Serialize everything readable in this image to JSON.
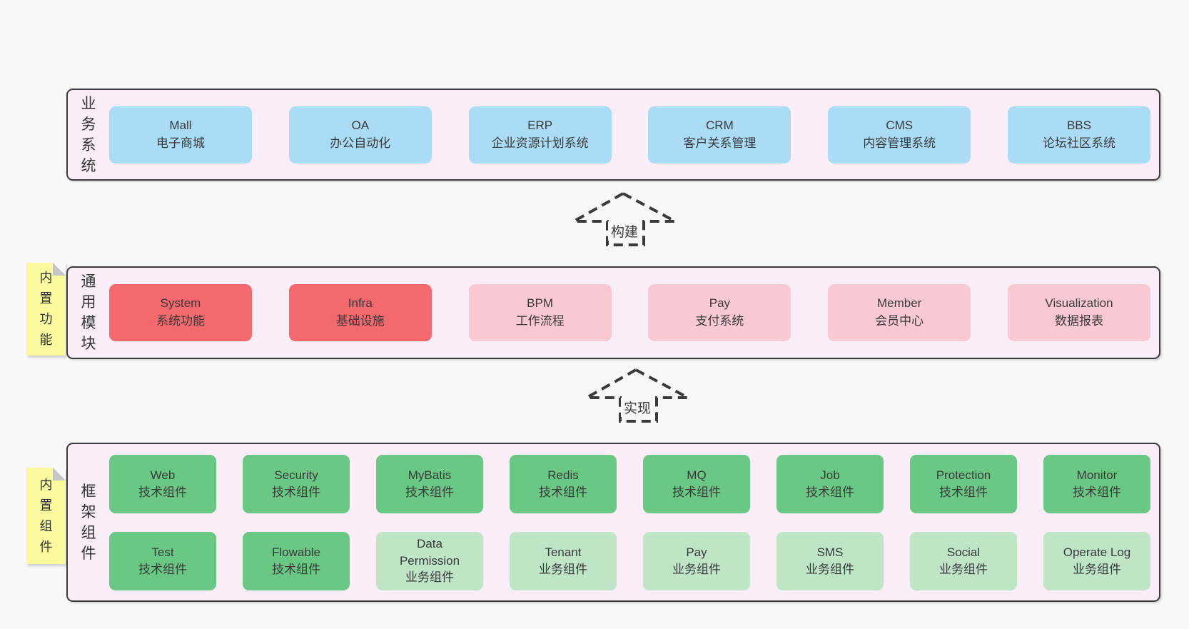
{
  "colors": {
    "page_bg": "#f8f8f8",
    "band_bg": "#f9edf7",
    "band_border": "#3a3a3a",
    "box_blue": "#aadcf6",
    "box_red": "#f4696e",
    "box_pink": "#f9c9d3",
    "box_green_dark": "#69c883",
    "box_green_light": "#bde5c6",
    "note_bg": "#fbf99d",
    "note_fold": "#c6c6c6",
    "text": "#3a3a3a"
  },
  "bands": [
    {
      "title": "业务系统",
      "boxes": [
        {
          "name": "Mall",
          "desc": "电子商城",
          "variant": "blue"
        },
        {
          "name": "OA",
          "desc": "办公自动化",
          "variant": "blue"
        },
        {
          "name": "ERP",
          "desc": "企业资源计划系统",
          "variant": "blue"
        },
        {
          "name": "CRM",
          "desc": "客户关系管理",
          "variant": "blue"
        },
        {
          "name": "CMS",
          "desc": "内容管理系统",
          "variant": "blue"
        },
        {
          "name": "BBS",
          "desc": "论坛社区系统",
          "variant": "blue"
        }
      ]
    },
    {
      "title": "通用模块",
      "note": "内置功能",
      "boxes": [
        {
          "name": "System",
          "desc": "系统功能",
          "variant": "red"
        },
        {
          "name": "Infra",
          "desc": "基础设施",
          "variant": "red"
        },
        {
          "name": "BPM",
          "desc": "工作流程",
          "variant": "pink"
        },
        {
          "name": "Pay",
          "desc": "支付系统",
          "variant": "pink"
        },
        {
          "name": "Member",
          "desc": "会员中心",
          "variant": "pink"
        },
        {
          "name": "Visualization",
          "desc": "数据报表",
          "variant": "pink"
        }
      ]
    },
    {
      "title": "框架组件",
      "note": "内置组件",
      "rows": [
        [
          {
            "name": "Web",
            "desc": "技术组件",
            "variant": "green-dark"
          },
          {
            "name": "Security",
            "desc": "技术组件",
            "variant": "green-dark"
          },
          {
            "name": "MyBatis",
            "desc": "技术组件",
            "variant": "green-dark"
          },
          {
            "name": "Redis",
            "desc": "技术组件",
            "variant": "green-dark"
          },
          {
            "name": "MQ",
            "desc": "技术组件",
            "variant": "green-dark"
          },
          {
            "name": "Job",
            "desc": "技术组件",
            "variant": "green-dark"
          },
          {
            "name": "Protection",
            "desc": "技术组件",
            "variant": "green-dark"
          },
          {
            "name": "Monitor",
            "desc": "技术组件",
            "variant": "green-dark"
          }
        ],
        [
          {
            "name": "Test",
            "desc": "技术组件",
            "variant": "green-dark"
          },
          {
            "name": "Flowable",
            "desc": "技术组件",
            "variant": "green-dark"
          },
          {
            "name": "Data Permission",
            "desc": "业务组件",
            "variant": "green-light"
          },
          {
            "name": "Tenant",
            "desc": "业务组件",
            "variant": "green-light"
          },
          {
            "name": "Pay",
            "desc": "业务组件",
            "variant": "green-light"
          },
          {
            "name": "SMS",
            "desc": "业务组件",
            "variant": "green-light"
          },
          {
            "name": "Social",
            "desc": "业务组件",
            "variant": "green-light"
          },
          {
            "name": "Operate Log",
            "desc": "业务组件",
            "variant": "green-light"
          }
        ]
      ]
    }
  ],
  "arrows": [
    {
      "label": "构建"
    },
    {
      "label": "实现"
    }
  ]
}
